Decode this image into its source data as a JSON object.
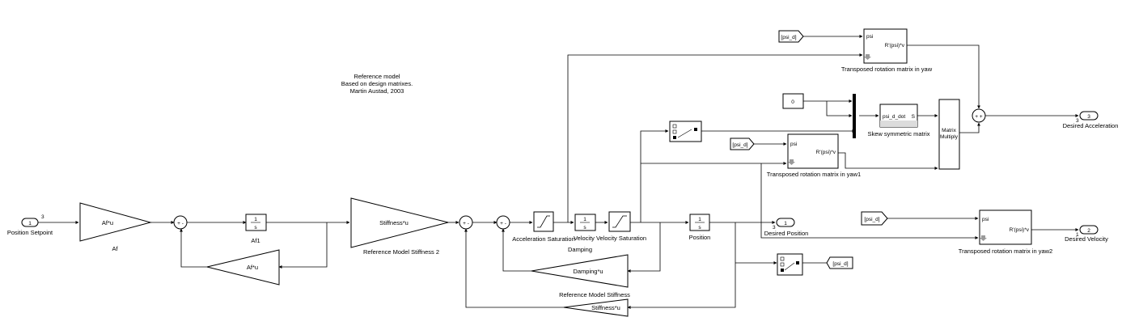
{
  "annotation": {
    "line1": "Reference model",
    "line2": "Based on design matrixes.",
    "line3": "Martin Austad, 2003"
  },
  "inports": [
    {
      "number": "1",
      "label": "Position Setpoint",
      "dims": "3"
    }
  ],
  "outports": [
    {
      "number": "3",
      "label": "Desired Acceleration",
      "dims": "3"
    },
    {
      "number": "1",
      "label": "Desired Position",
      "dims": "3"
    },
    {
      "number": "2",
      "label": "Desired Velocity",
      "dims": "1"
    }
  ],
  "gains": {
    "af": {
      "text": "Af*u",
      "label": "Af"
    },
    "af1": {
      "text": "Af*u",
      "label": "Af1"
    },
    "stiffness2": {
      "text": "Stiffness*u",
      "label": "Reference Model Stiffness 2"
    },
    "damping": {
      "text": "Damping*u",
      "label": "Damping"
    },
    "stiffness": {
      "text": "Stiffness*u",
      "label": "Reference Model Stiffness"
    }
  },
  "integrators": [
    {
      "top": "1",
      "bottom": "s",
      "label": ""
    },
    {
      "top": "1",
      "bottom": "s",
      "label": "Velocity"
    },
    {
      "top": "1",
      "bottom": "s",
      "label": "Position"
    }
  ],
  "saturations": [
    {
      "label": "Acceleration Saturation"
    },
    {
      "label": "Velocity Saturation"
    }
  ],
  "sums": [
    {
      "signs": "+ -"
    },
    {
      "signs": "+ -"
    },
    {
      "signs": "+ -"
    },
    {
      "signs": "+ +"
    }
  ],
  "from_tags": [
    {
      "text": "[psi_d]"
    },
    {
      "text": "[psi_d]"
    },
    {
      "text": "[psi_d]"
    }
  ],
  "goto_tag": {
    "text": "[psi_d]"
  },
  "constant": {
    "value": "0"
  },
  "rotation_blocks": [
    {
      "in_label": "psi",
      "out_label": "R'(psi)*v",
      "label": "Transposed rotation matrix in yaw"
    },
    {
      "in_label": "psi",
      "out_label": "R'(psi)*v",
      "label": "Transposed rotation matrix in yaw1"
    },
    {
      "in_label": "psi",
      "out_label": "R'(psi)*v",
      "label": "Transposed rotation matrix in yaw2"
    }
  ],
  "skew": {
    "in_label": "psi_d_dot",
    "out_label": "S",
    "label": "Skew symmetric matrix"
  },
  "matrix_multiply": {
    "line1": "Matrix",
    "line2": "Multiply"
  },
  "icons": [
    "selector-icon",
    "selector-icon",
    "saturation-icon",
    "saturation-icon",
    "gain-triangle-icon",
    "mux-bar-icon",
    "inport-icon",
    "outport-icon"
  ]
}
